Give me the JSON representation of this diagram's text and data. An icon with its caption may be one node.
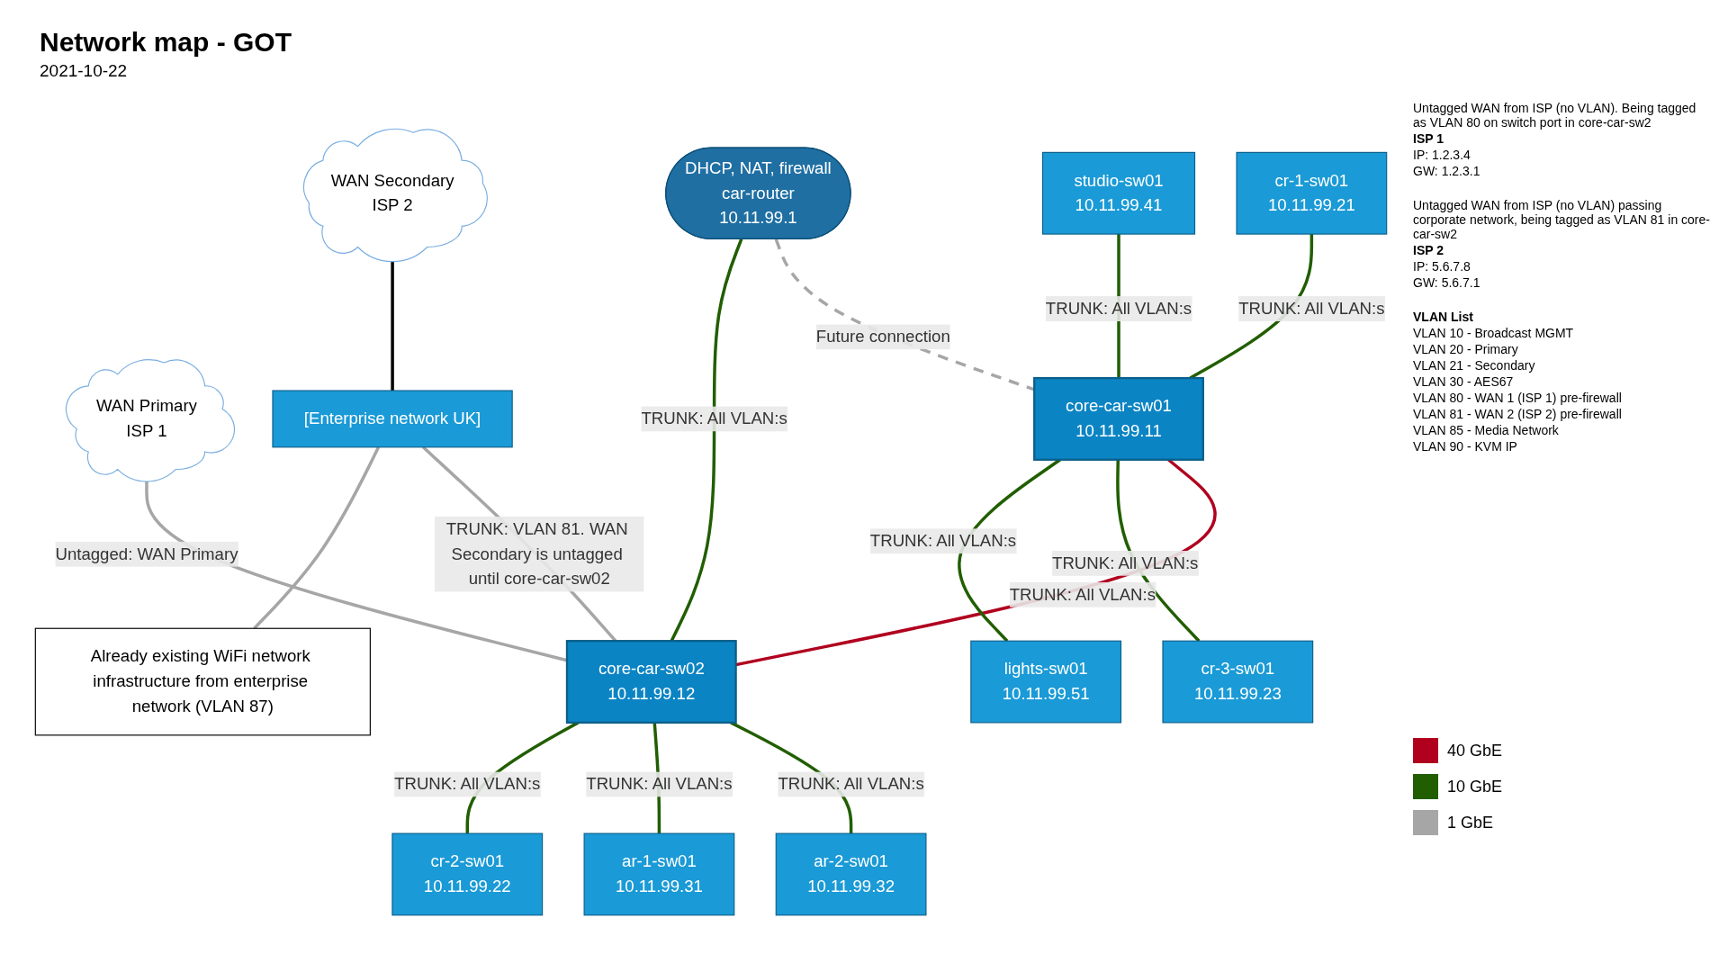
{
  "diagram": {
    "title": "Network map - GOT",
    "nodes": [
      {
        "text": [
          "cr-1-sw01",
          "10.11.99.21"
        ]
      },
      {
        "text": [
          "studio-sw01",
          "10.11.99.41"
        ]
      },
      {
        "text": [
          "DHCP, NAT, firewall",
          "car-router",
          "10.11.99.1"
        ]
      },
      {
        "text": [
          "WAN Primary",
          "ISP 1"
        ]
      },
      {
        "text": [
          "WAN Secondary",
          "ISP 2"
        ]
      },
      {
        "text": [
          "[Enterprise network UK]"
        ]
      },
      {
        "text": [
          "core-car-sw01",
          "10.11.99.11"
        ]
      },
      {
        "text": [
          "core-car-sw02",
          "10.11.99.12"
        ]
      },
      {
        "text": [
          "Already existing WiFi network infrastructure from enterprise network (VLAN 87)"
        ]
      },
      {
        "text": [
          "cr-3-sw01",
          "10.11.99.23"
        ]
      },
      {
        "text": [
          "lights-sw01",
          "10.11.99.51"
        ]
      },
      {
        "text": [
          "ar-2-sw01",
          "10.11.99.32"
        ]
      },
      {
        "text": [
          "ar-1-sw01",
          "10.11.99.31"
        ]
      },
      {
        "text": [
          "cr-2-sw01",
          "10.11.99.22"
        ]
      }
    ],
    "edges": [
      {
        "from": 0,
        "to": 6,
        "arrow": "none",
        "label": "TRUNK: All VLAN:s"
      },
      {
        "from": 1,
        "to": 6,
        "arrow": "none",
        "label": "TRUNK: All VLAN:s"
      },
      {
        "from": 2,
        "to": 6,
        "arrow": "none",
        "label": "Future connection",
        "style": "dashed",
        "color": "#a6a6a6"
      },
      {
        "from": 2,
        "to": 7,
        "arrow": "none",
        "label": "TRUNK: All VLAN:s"
      },
      {
        "from": 6,
        "to": 7,
        "arrow": "none",
        "label": "TRUNK: All VLAN:s",
        "color": "#b0001e"
      },
      {
        "from": 3,
        "to": 7,
        "arrow": "none",
        "label": "Untagged: WAN Primary",
        "color": "#a6a6a6"
      },
      {
        "from": 4,
        "to": 5,
        "arrow": "none",
        "color": "#000000"
      },
      {
        "from": 5,
        "to": 7,
        "arrow": "none",
        "label": "TRUNK: VLAN 81. WAN Secondary is untagged until core-car-sw02",
        "color": "#a6a6a6"
      },
      {
        "from": 5,
        "to": 8,
        "arrow": "none",
        "color": "#a6a6a6"
      },
      {
        "from": 6,
        "to": 9,
        "arrow": "none",
        "label": "TRUNK: All VLAN:s"
      },
      {
        "from": 6,
        "to": 10,
        "arrow": "none",
        "label": "TRUNK: All VLAN:s"
      },
      {
        "from": 7,
        "to": 11,
        "arrow": "none",
        "label": "TRUNK: All VLAN:s"
      },
      {
        "from": 7,
        "to": 12,
        "arrow": "none",
        "label": "TRUNK: All VLAN:s"
      },
      {
        "from": 7,
        "to": 13,
        "arrow": "none",
        "label": "TRUNK: All VLAN:s"
      }
    ],
    "labels": [
      "2021-10-22",
      "Untagged WAN from ISP (no VLAN). Being tagged as VLAN 80 on switch port in core-car-sw2",
      "ISP 1",
      "IP: 1.2.3.4",
      "GW: 1.2.3.1",
      "Untagged WAN from ISP (no VLAN) passing corporate network, being tagged as VLAN 81 in core-car-sw2",
      "ISP 2",
      "IP: 5.6.7.8",
      "GW: 5.6.7.1",
      "VLAN List",
      "VLAN 10 - Broadcast MGMT",
      "VLAN 20 - Primary",
      "VLAN 21 - Secondary",
      "VLAN 30 - AES67",
      "VLAN 80 - WAN 1 (ISP 1) pre-firewall",
      "VLAN 81 - WAN 2 (ISP 2) pre-firewall",
      "VLAN 85 - Media Network",
      "VLAN 90 - KVM IP"
    ],
    "legend": [
      {
        "text": "40 GbE",
        "color": "#b0001e"
      },
      {
        "text": "10 GbE",
        "color": "#215e00"
      },
      {
        "text": "1 GbE",
        "color": "#a6a6a6"
      }
    ]
  }
}
